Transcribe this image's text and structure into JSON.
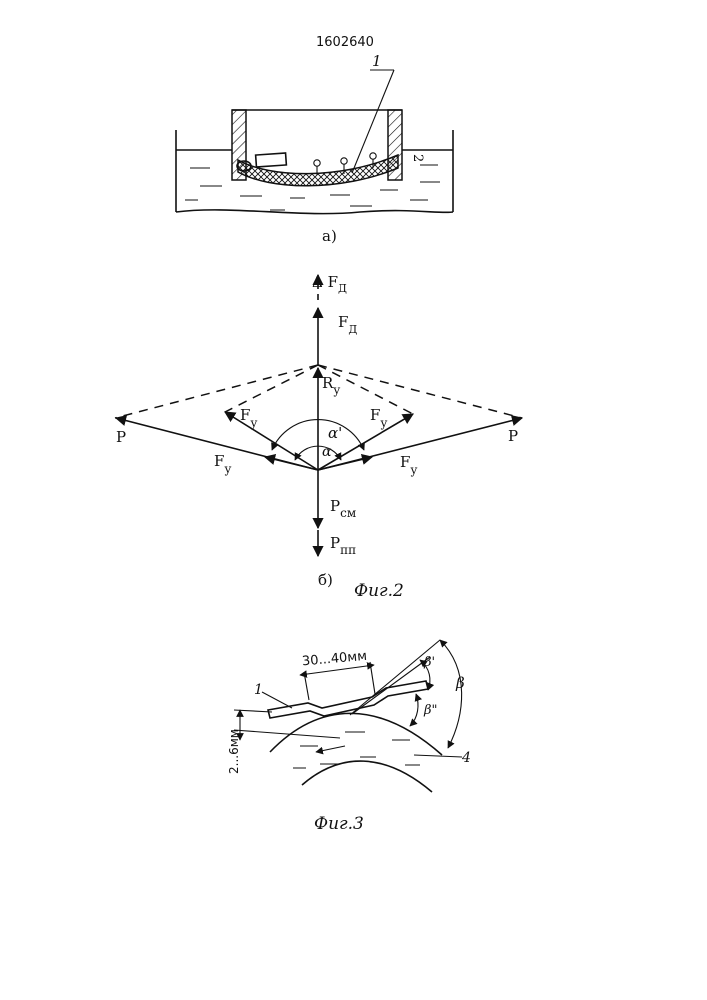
{
  "header": {
    "patent_number": "1602640"
  },
  "fig2a": {
    "callout_1": "1",
    "callout_2": "2",
    "caption": "а)"
  },
  "fig2b": {
    "labels": {
      "delta_fd": "Δ F",
      "delta_fd_sub": "Д",
      "fd": "F",
      "fd_sub": "Д",
      "ry": "R",
      "ry_sub": "у",
      "p_left": "P",
      "p_right": "P",
      "fy_upper_left": "F",
      "fy_upper_left_sub": "у",
      "fy_upper_right": "F",
      "fy_upper_right_sub": "у",
      "fy_lower_left": "F",
      "fy_lower_left_sub": "у",
      "fy_lower_right": "F",
      "fy_lower_right_sub": "у",
      "alpha_prime": "α'",
      "alpha": "α",
      "psm": "P",
      "psm_sub": "см",
      "ppp": "P",
      "ppp_sub": "пп"
    },
    "caption": "б)",
    "figure_title": "Фиг.2"
  },
  "fig3": {
    "dim_top": "30...40мм",
    "dim_side": "2...6мм",
    "callout_1": "1",
    "callout_4": "4",
    "beta": "β",
    "beta_prime": "β'",
    "beta_double_prime": "β\"",
    "figure_title": "Фиг.3"
  }
}
